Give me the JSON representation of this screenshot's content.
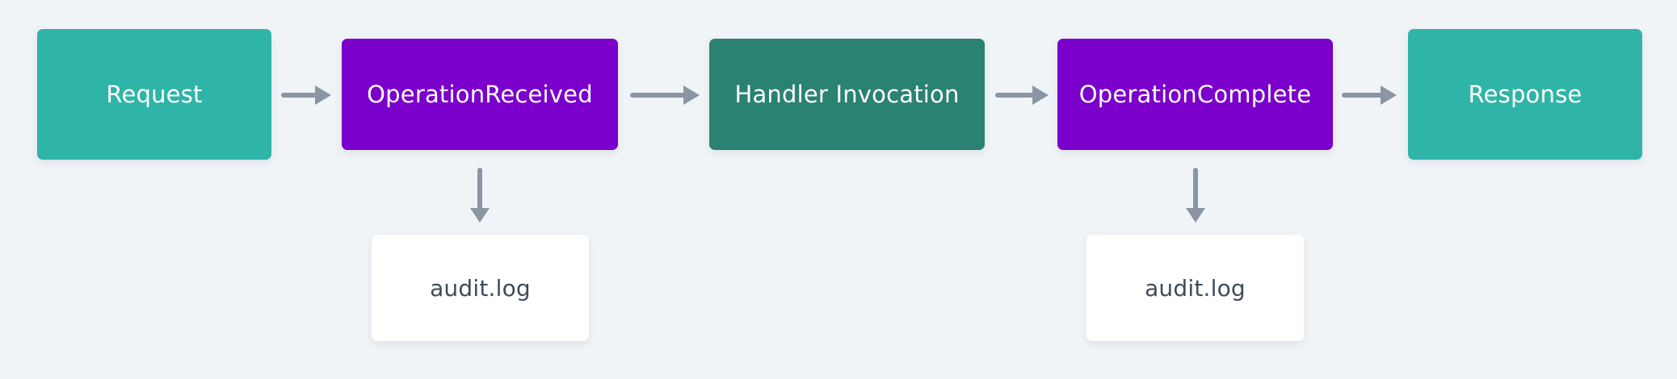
{
  "diagram": {
    "title": "",
    "colors": {
      "background": "#F0F4F7",
      "endpoint": "#2FB5A8",
      "event": "#7B00CC",
      "handler": "#2A8272",
      "log": "#FFFFFF",
      "log_text": "#3E4C59",
      "arrow": "#8A96A3"
    },
    "nodes": [
      {
        "id": "request",
        "label": "Request",
        "kind": "endpoint"
      },
      {
        "id": "operation-received",
        "label": "OperationReceived",
        "kind": "event"
      },
      {
        "id": "handler-invocation",
        "label": "Handler Invocation",
        "kind": "handler"
      },
      {
        "id": "operation-complete",
        "label": "OperationComplete",
        "kind": "event"
      },
      {
        "id": "response",
        "label": "Response",
        "kind": "endpoint"
      },
      {
        "id": "audit-log-1",
        "label": "audit.log",
        "kind": "log"
      },
      {
        "id": "audit-log-2",
        "label": "audit.log",
        "kind": "log"
      }
    ],
    "edges": [
      {
        "from": "request",
        "to": "operation-received"
      },
      {
        "from": "operation-received",
        "to": "handler-invocation"
      },
      {
        "from": "handler-invocation",
        "to": "operation-complete"
      },
      {
        "from": "operation-complete",
        "to": "response"
      },
      {
        "from": "operation-received",
        "to": "audit-log-1"
      },
      {
        "from": "operation-complete",
        "to": "audit-log-2"
      }
    ]
  }
}
